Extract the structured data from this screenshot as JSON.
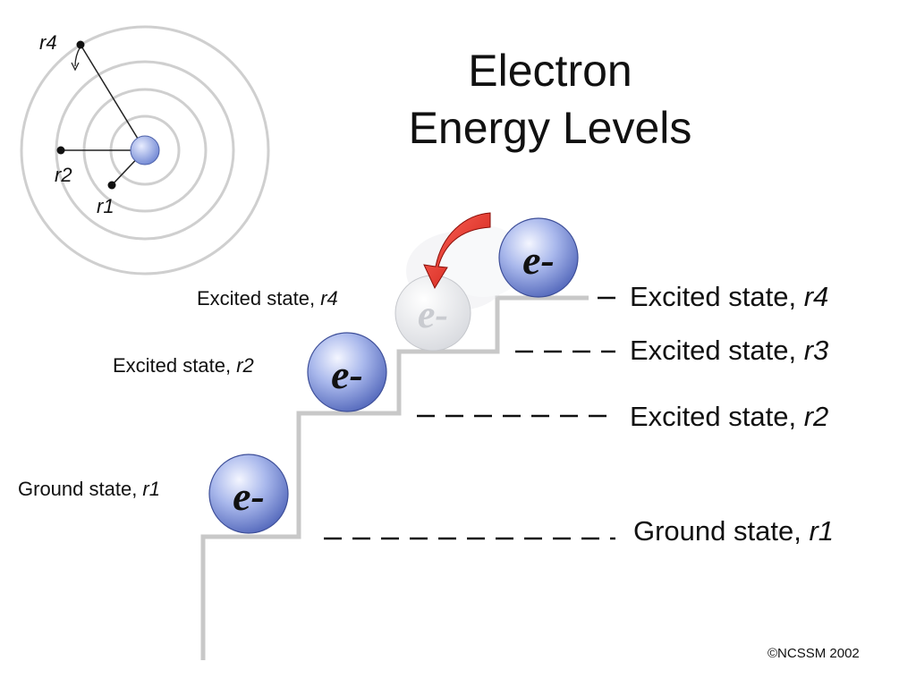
{
  "title": {
    "line1": "Electron",
    "line2": "Energy Levels"
  },
  "electron_symbol": "e-",
  "atom": {
    "radius_labels": [
      "r4",
      "r2",
      "r1"
    ]
  },
  "left_labels": [
    {
      "text": "Excited state, ",
      "var": "r4"
    },
    {
      "text": "Excited state, ",
      "var": "r2"
    },
    {
      "text": "Ground state, ",
      "var": "r1"
    }
  ],
  "right_labels": [
    {
      "text": "Excited state, ",
      "var": "r4"
    },
    {
      "text": "Excited state, ",
      "var": "r3"
    },
    {
      "text": "Excited state, ",
      "var": "r2"
    },
    {
      "text": "Ground state, ",
      "var": "r1"
    }
  ],
  "copyright": "©NCSSM 2002",
  "colors": {
    "staircase": "#c8c8c8",
    "electron": "#7f95d9",
    "arrow": "#e02a22",
    "orbit": "#cfcfcf"
  }
}
